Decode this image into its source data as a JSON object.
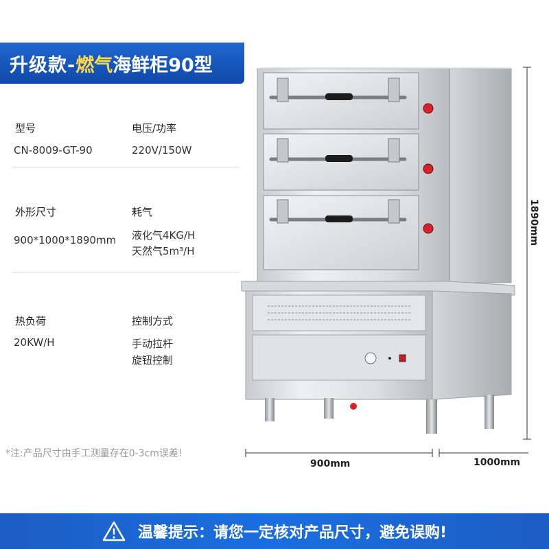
{
  "title": {
    "part1": "升级款-",
    "part2": "燃气",
    "part3": "海鲜柜90型"
  },
  "specs": {
    "model_label": "型号",
    "model_value": "CN-8009-GT-90",
    "power_label": "电压/功率",
    "power_value": "220V/150W",
    "size_label": "外形尺寸",
    "size_value": "900*1000*1890mm",
    "gas_label": "耗气",
    "gas_value_1": "液化气4KG/H",
    "gas_value_2": "天然气5m³/H",
    "heat_label": "热负荷",
    "heat_value": "20KW/H",
    "control_label": "控制方式",
    "control_value_1": "手动拉杆",
    "control_value_2": "旋钮控制"
  },
  "note": "*注:产品尺寸由手工测量存在0-3cm误差!",
  "dimensions": {
    "height": "1890mm",
    "width": "900mm",
    "depth": "1000mm"
  },
  "warning": {
    "icon": "warning-triangle-icon",
    "text": "温馨提示：请您一定核对产品尺寸，避免误购!"
  },
  "colors": {
    "brand_blue": "#1a5fc8",
    "title_highlight": "#ffd84a",
    "knob_red": "#d8202a"
  }
}
